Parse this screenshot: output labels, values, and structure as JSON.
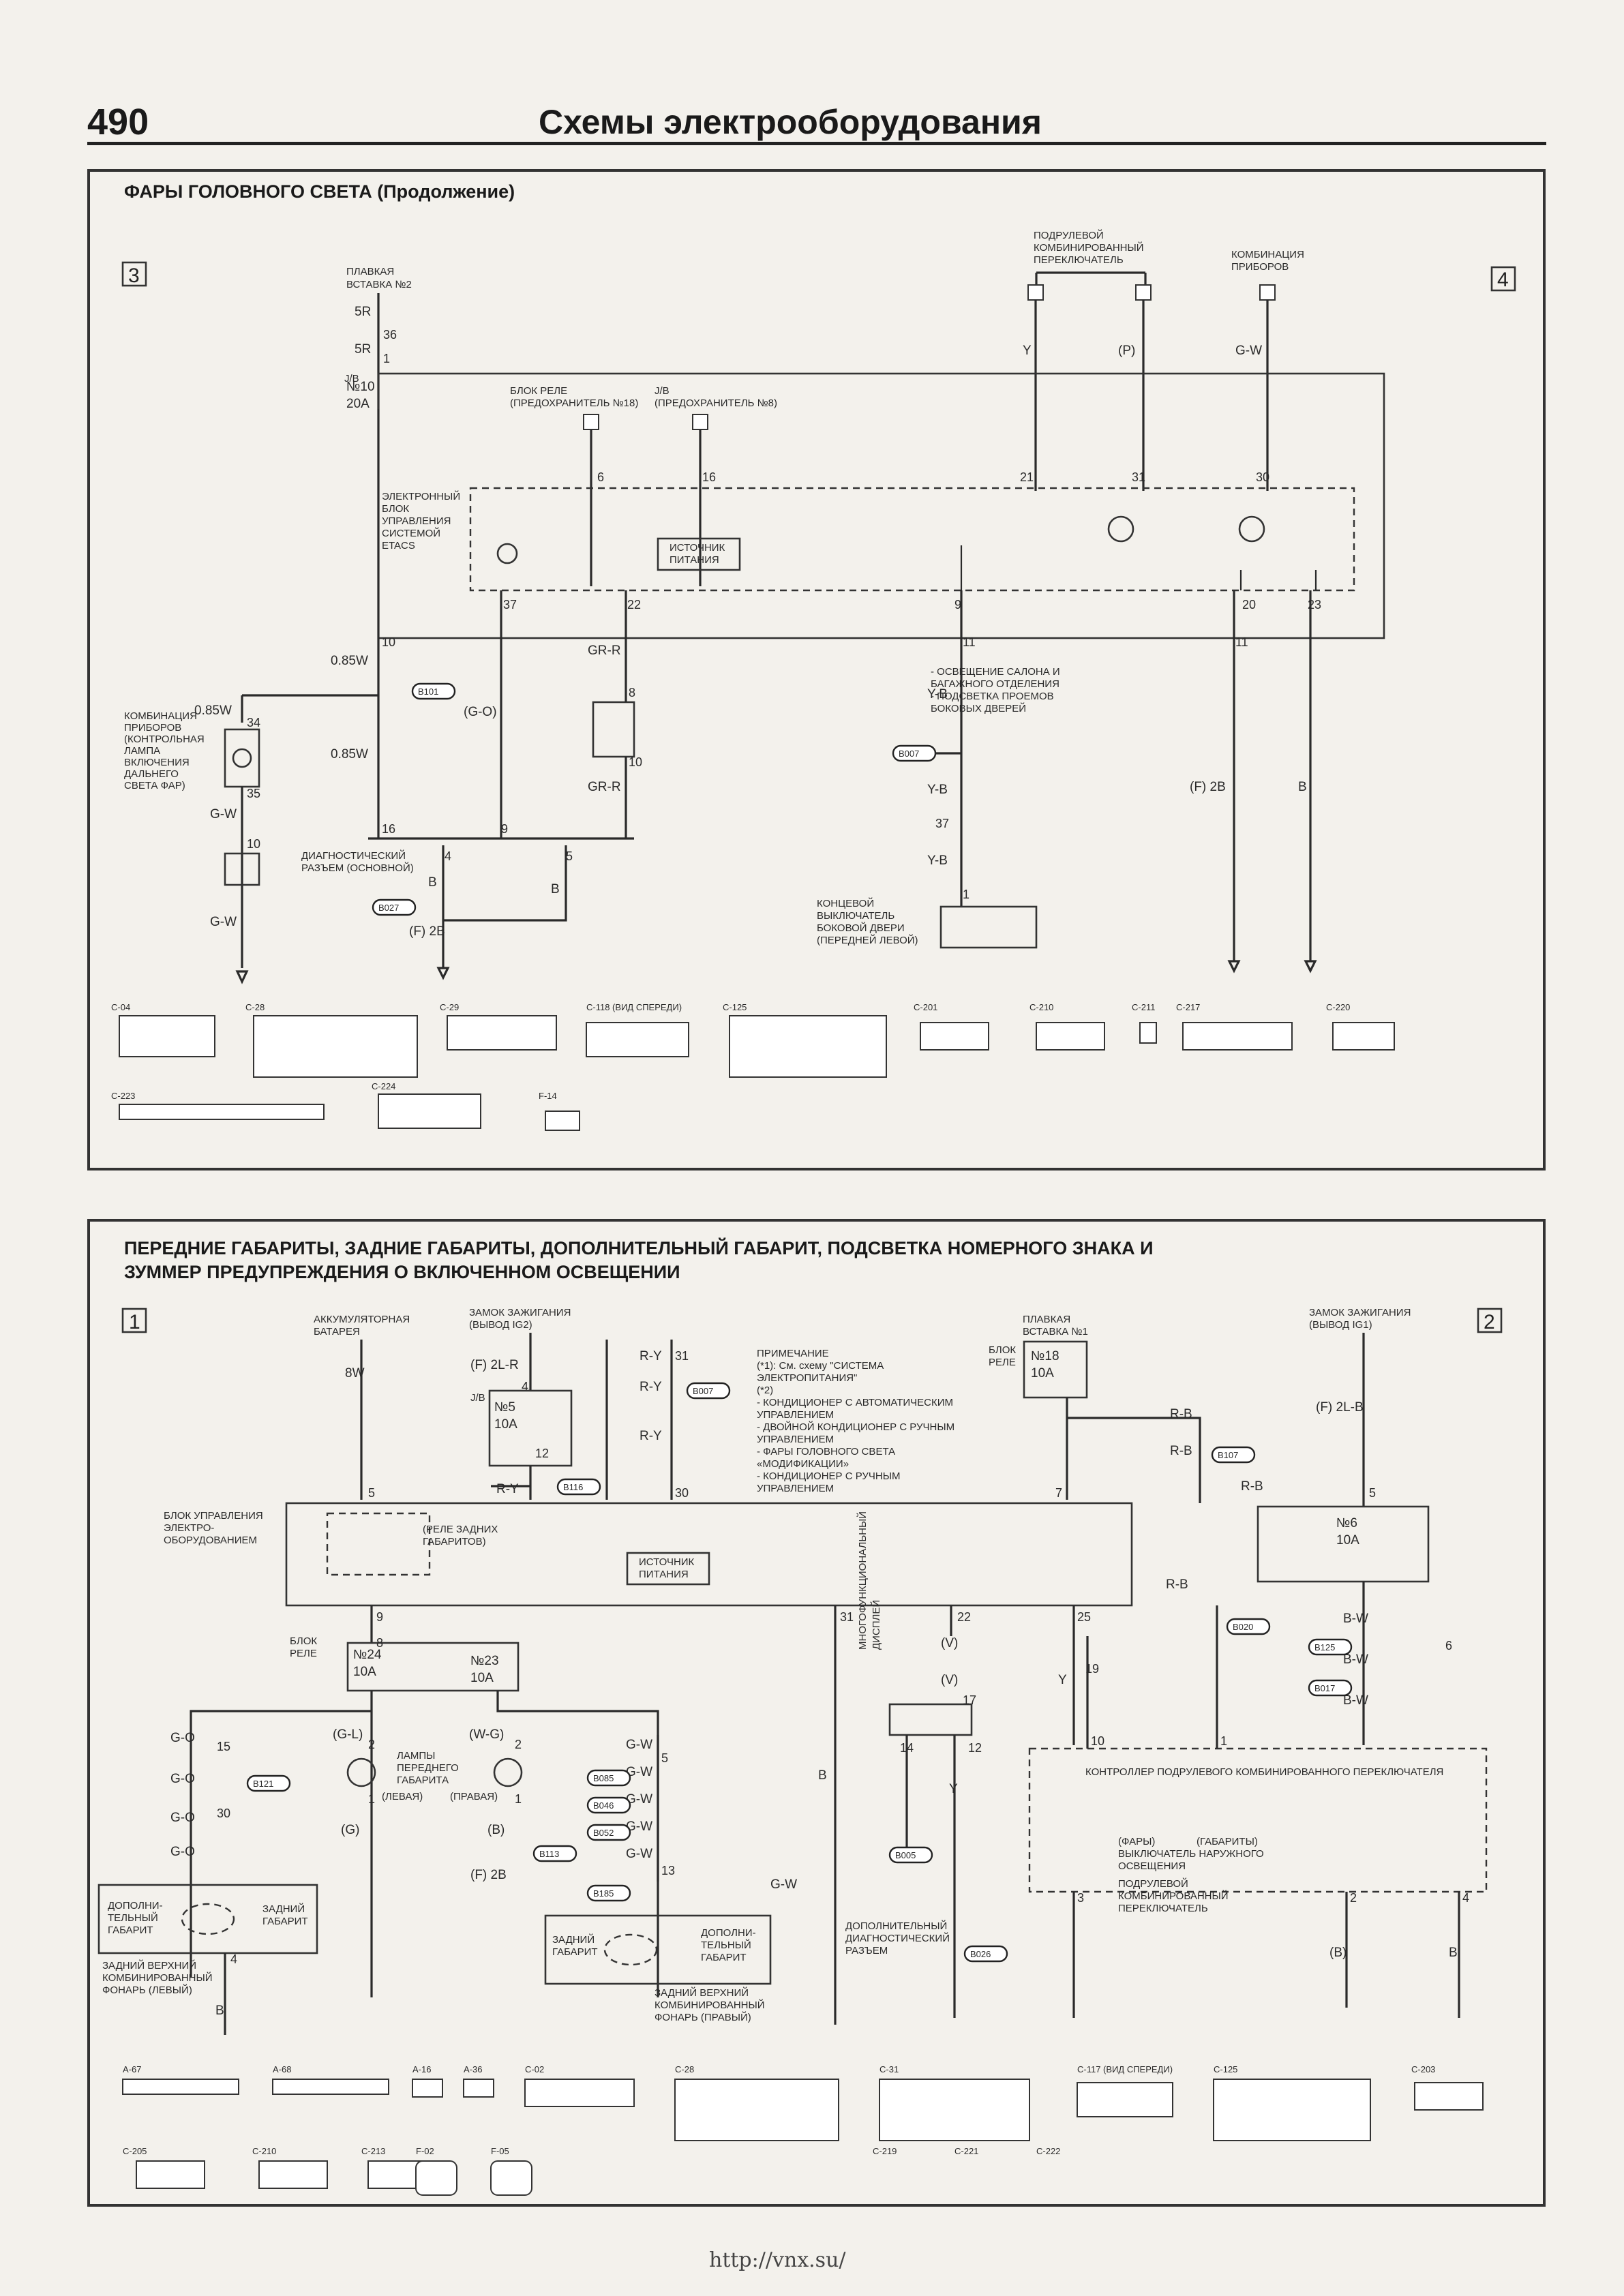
{
  "header": {
    "page_number": "490",
    "title": "Схемы электрооборудования"
  },
  "footer": {
    "url": "http://vnx.su/"
  },
  "top": {
    "title": "ФАРЫ ГОЛОВНОГО СВЕТА (Продолжение)",
    "ref_left": "3",
    "ref_right": "4",
    "fuse_label": [
      "ПЛАВКАЯ",
      "ВСТАВКА №2"
    ],
    "fuse_no": "№10",
    "fuse_amp": "20A",
    "jb": "J/B",
    "col_switch": [
      "ПОДРУЛЕВОЙ",
      "КОМБИНИРОВАННЫЙ",
      "ПЕРЕКЛЮЧАТЕЛЬ"
    ],
    "col_meter": [
      "КОМБИНАЦИЯ",
      "ПРИБОРОВ"
    ],
    "relay_box": [
      "БЛОК РЕЛЕ",
      "(ПРЕДОХРАНИТЕЛЬ №18)"
    ],
    "jb_fuse": [
      "J/B",
      "(ПРЕДОХРАНИТЕЛЬ №8)"
    ],
    "etacs": [
      "ЭЛЕКТРОННЫЙ",
      "БЛОК",
      "УПРАВЛЕНИЯ",
      "СИСТЕМОЙ",
      "ETACS"
    ],
    "power_source": [
      "ИСТОЧНИК",
      "ПИТАНИЯ"
    ],
    "meter_lamp": [
      "КОМБИНАЦИЯ",
      "ПРИБОРОВ",
      "(КОНТРОЛЬНАЯ",
      "ЛАМПА",
      "ВКЛЮЧЕНИЯ",
      "ДАЛЬНЕГО",
      "СВЕТА ФАР)"
    ],
    "diag": [
      "ДИАГНОСТИЧЕСКИЙ",
      "РАЗЪЕМ (ОСНОВНОЙ)"
    ],
    "door_note": [
      "- ОСВЕЩЕНИЕ САЛОНА И",
      "БАГАЖНОГО ОТДЕЛЕНИЯ",
      "- ПОДСВЕТКА ПРОЕМОВ",
      "БОКОВЫХ ДВЕРЕЙ"
    ],
    "door_switch": [
      "КОНЦЕВОЙ",
      "ВЫКЛЮЧАТЕЛЬ",
      "БОКОВОЙ ДВЕРИ",
      "(ПЕРЕДНЕЙ ЛЕВОЙ)"
    ],
    "wire_codes": [
      "5R",
      "5R",
      "0.85W",
      "0.85W",
      "0.85W",
      "G-W",
      "G-W",
      "(G-O)",
      "GR-R",
      "GR-R",
      "Y-B",
      "Y-B",
      "Y-B",
      "Y",
      "(P)",
      "G-W",
      "(F) 2B",
      "(F) 2B",
      "B",
      "B",
      "B"
    ],
    "pins": [
      "36",
      "1",
      "6",
      "16",
      "21",
      "31",
      "30",
      "37",
      "22",
      "9",
      "20",
      "23",
      "10",
      "11",
      "11",
      "34",
      "35",
      "10",
      "16",
      "9",
      "4",
      "5",
      "8",
      "10",
      "37",
      "1"
    ],
    "pill_ids": [
      "B101",
      "B027",
      "B007"
    ],
    "connector_ids": [
      "C-04",
      "C-28",
      "C-29",
      "C-118 (ВИД СПЕРЕДИ)",
      "C-125",
      "C-201",
      "C-210",
      "C-211",
      "C-217",
      "C-220",
      "C-223",
      "C-224",
      "F-14"
    ]
  },
  "bottom": {
    "title_line1": "ПЕРЕДНИЕ ГАБАРИТЫ, ЗАДНИЕ ГАБАРИТЫ, ДОПОЛНИТЕЛЬНЫЙ ГАБАРИТ, ПОДСВЕТКА НОМЕРНОГО ЗНАКА И",
    "title_line2": "ЗУММЕР ПРЕДУПРЕЖДЕНИЯ О ВКЛЮЧЕННОМ ОСВЕЩЕНИИ",
    "ref_left": "1",
    "ref_right": "2",
    "battery": [
      "АККУМУЛЯТОРНАЯ",
      "БАТАРЕЯ"
    ],
    "ign_ig2": [
      "ЗАМОК ЗАЖИГАНИЯ",
      "(ВЫВОД IG2)"
    ],
    "ign_ig1": [
      "ЗАМОК ЗАЖИГАНИЯ",
      "(ВЫВОД IG1)"
    ],
    "fuse1": [
      "ПЛАВКАЯ",
      "ВСТАВКА №1"
    ],
    "note": [
      "ПРИМЕЧАНИЕ",
      "(*1): См. схему \"СИСТЕМА",
      "ЭЛЕКТРОПИТАНИЯ\"",
      "(*2)",
      "- КОНДИЦИОНЕР С АВТОМАТИЧЕСКИМ",
      "УПРАВЛЕНИЕМ",
      "- ДВОЙНОЙ КОНДИЦИОНЕР С РУЧНЫМ",
      "УПРАВЛЕНИЕМ",
      "- ФАРЫ ГОЛОВНОГО СВЕТА",
      "«МОДИФИКАЦИИ»",
      "- КОНДИЦИОНЕР С РУЧНЫМ",
      "УПРАВЛЕНИЕМ"
    ],
    "jb": "J/B",
    "fuse5": "№5",
    "fuse5_amp": "10A",
    "relay_block": [
      "БЛОК",
      "РЕЛЕ"
    ],
    "fuse18": "№18",
    "fuse18_amp": "10A",
    "fuse6": "№6",
    "fuse6_amp": "10A",
    "control_unit": [
      "БЛОК УПРАВЛЕНИЯ",
      "ЭЛЕКТРО-",
      "ОБОРУДОВАНИЕМ"
    ],
    "tail_relay": [
      "(РЕЛЕ ЗАДНИХ",
      "ГАБАРИТОВ)"
    ],
    "power_source": [
      "ИСТОЧНИК",
      "ПИТАНИЯ"
    ],
    "fuse24": "№24",
    "fuse24_amp": "10A",
    "fuse23": "№23",
    "fuse23_amp": "10A",
    "front_lamps": [
      "ЛАМПЫ",
      "ПЕРЕДНЕГО",
      "ГАБАРИТА"
    ],
    "front_left": "(ЛЕВАЯ)",
    "front_right": "(ПРАВАЯ)",
    "left_aux": [
      "ДОПОЛНИ-",
      "ТЕЛЬНЫЙ",
      "ГАБАРИТ"
    ],
    "left_tail": [
      "ЗАДНИЙ",
      "ГАБАРИТ"
    ],
    "left_combo": [
      "ЗАДНИЙ ВЕРХНИЙ",
      "КОМБИНИРОВАННЫЙ",
      "ФОНАРЬ (ЛЕВЫЙ)"
    ],
    "right_tail": [
      "ЗАДНИЙ",
      "ГАБАРИТ"
    ],
    "right_aux": [
      "ДОПОЛНИ-",
      "ТЕЛЬНЫЙ",
      "ГАБАРИТ"
    ],
    "right_combo": [
      "ЗАДНИЙ ВЕРХНИЙ",
      "КОМБИНИРОВАННЫЙ",
      "ФОНАРЬ (ПРАВЫЙ)"
    ],
    "multi_display": [
      "МНОГОФУНКЦИОНАЛЬНЫЙ",
      "ДИСПЛЕЙ"
    ],
    "aux_diag": [
      "ДОПОЛНИТЕЛЬНЫЙ",
      "ДИАГНОСТИЧЕСКИЙ",
      "РАЗЪЕМ"
    ],
    "column_ctrl": "КОНТРОЛЛЕР ПОДРУЛЕВОГО КОМБИНИРОВАННОГО ПЕРЕКЛЮЧАТЕЛЯ",
    "lighting_switch": [
      "(ФАРЫ)",
      "(ГАБАРИТЫ)",
      "ВЫКЛЮЧАТЕЛЬ НАРУЖНОГО",
      "ОСВЕЩЕНИЯ"
    ],
    "column_switch": [
      "ПОДРУЛЕВОЙ",
      "КОМБИНИРОВАННЫЙ",
      "ПЕРЕКЛЮЧАТЕЛЬ"
    ],
    "wire_codes": [
      "8W",
      "(F) 2L-R",
      "R-Y",
      "R-Y",
      "R-Y",
      "R-Y",
      "R-B",
      "R-B",
      "R-B",
      "R-B",
      "(F) 2L-B",
      "B-W",
      "B-W",
      "B-W",
      "G-O",
      "G-O",
      "G-O",
      "G-O",
      "(G-L)",
      "(W-G)",
      "(G)",
      "(B)",
      "G-W",
      "G-W",
      "G-W",
      "G-W",
      "G-W",
      "G-W",
      "(F) 2B",
      "B",
      "B",
      "(V)",
      "(V)",
      "Y",
      "Y",
      "(B)",
      "B"
    ],
    "pins": [
      "5",
      "4",
      "12",
      "31",
      "30",
      "7",
      "5",
      "9",
      "8",
      "15",
      "30",
      "2",
      "1",
      "2",
      "1",
      "5",
      "13",
      "4",
      "31",
      "22",
      "17",
      "25",
      "19",
      "14",
      "12",
      "10",
      "1",
      "3",
      "4",
      "6",
      "2"
    ],
    "pill_ids": [
      "B116",
      "B007",
      "B107",
      "B121",
      "B085",
      "B046",
      "B052",
      "B113",
      "B185",
      "B020",
      "B125",
      "B017",
      "B005",
      "B026"
    ],
    "connector_ids": [
      "A-67",
      "A-68",
      "A-16",
      "A-36",
      "C-02",
      "C-28",
      "C-31",
      "C-117 (ВИД СПЕРЕДИ)",
      "C-125",
      "C-203",
      "C-205",
      "C-210",
      "C-213",
      "C-219",
      "C-221",
      "C-222",
      "F-02",
      "F-05"
    ]
  }
}
